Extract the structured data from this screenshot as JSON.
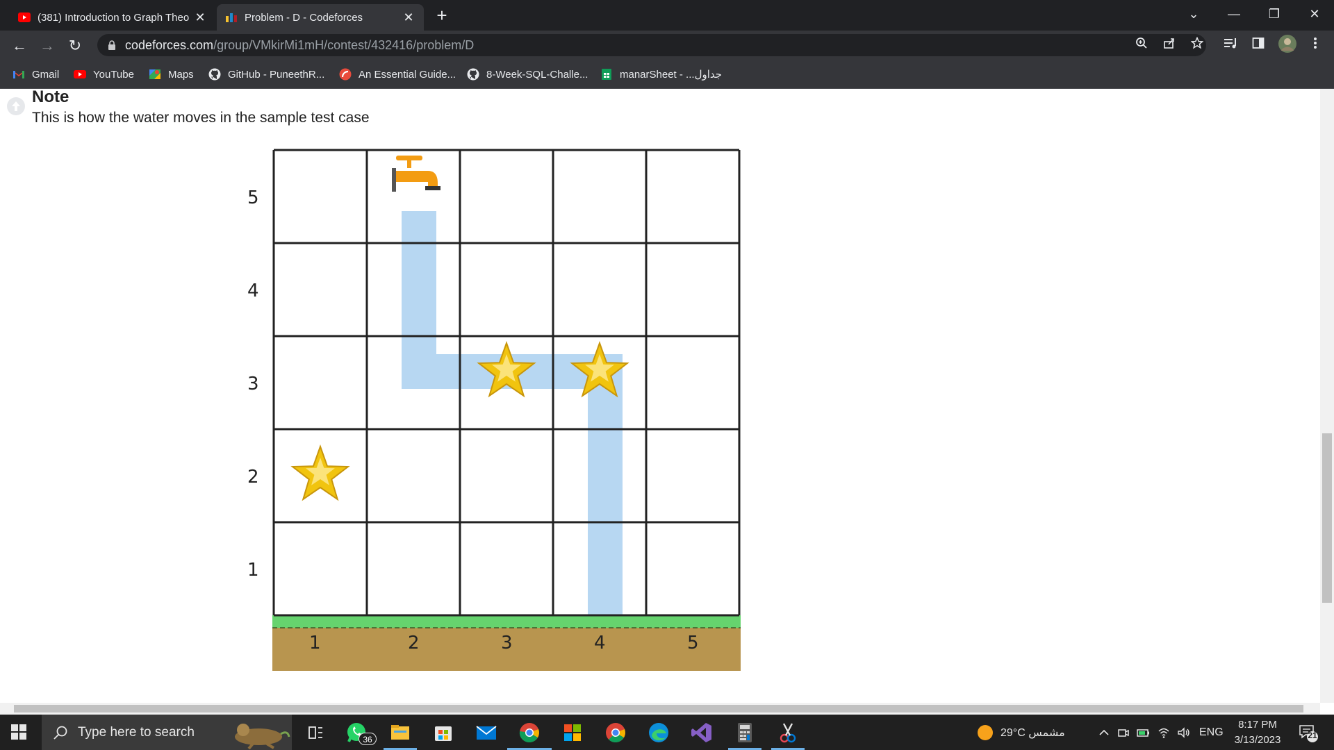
{
  "tabs": [
    {
      "title": "(381) Introduction to Graph Theo",
      "close": "✕",
      "icon": "youtube-icon"
    },
    {
      "title": "Problem - D - Codeforces",
      "close": "✕",
      "icon": "codeforces-icon"
    }
  ],
  "new_tab": "+",
  "window_controls": {
    "tab_search": "⌄",
    "minimize": "—",
    "restore": "❐",
    "close": "✕"
  },
  "nav": {
    "back": "←",
    "forward": "→",
    "reload": "↻"
  },
  "address": {
    "host": "codeforces.com",
    "path": "/group/VMkirMi1mH/contest/432416/problem/D"
  },
  "omnibox_icons": [
    "zoom-icon",
    "share-icon",
    "star-icon",
    "reading-list-icon",
    "side-panel-icon",
    "profile-avatar"
  ],
  "bookmarks": [
    {
      "label": "Gmail",
      "icon": "gmail-icon"
    },
    {
      "label": "YouTube",
      "icon": "youtube-icon"
    },
    {
      "label": "Maps",
      "icon": "maps-icon"
    },
    {
      "label": "GitHub - PuneethR...",
      "icon": "github-icon"
    },
    {
      "label": "An Essential Guide...",
      "icon": "essential-guide-icon"
    },
    {
      "label": "8-Week-SQL-Challe...",
      "icon": "github-icon"
    },
    {
      "label": "manarSheet - ...جداول",
      "icon": "sheets-icon"
    }
  ],
  "content": {
    "note_title": "Note",
    "note_text": "This is how the water moves in the sample test case"
  },
  "figure": {
    "rows": 5,
    "cols": 5,
    "row_labels": [
      "1",
      "2",
      "3",
      "4",
      "5"
    ],
    "col_labels": [
      "1",
      "2",
      "3",
      "4",
      "5"
    ],
    "tap": {
      "col": 2,
      "row": 5
    },
    "stars": [
      {
        "col": 1,
        "row": 2
      },
      {
        "col": 3,
        "row": 3
      },
      {
        "col": 4,
        "row": 3
      }
    ],
    "colors": {
      "water": "#b7d7f2",
      "grass": "#66d36e",
      "soil": "#b8954f",
      "star": "#f1c40f",
      "tap": "#f39c12",
      "grid": "#222222"
    }
  },
  "taskbar": {
    "search_placeholder": "Type here to search",
    "whatsapp_badge": "36",
    "apps": [
      "task-view-icon",
      "whatsapp-icon",
      "file-explorer-icon",
      "store-icon",
      "mail-icon",
      "chrome-icon",
      "office-icon",
      "chrome-icon",
      "edge-icon",
      "visual-studio-icon",
      "calculator-icon",
      "snipping-tool-icon"
    ],
    "weather": "29°C  مشمس",
    "language": "ENG",
    "time": "8:17 PM",
    "date": "3/13/2023",
    "notifications": "21"
  }
}
